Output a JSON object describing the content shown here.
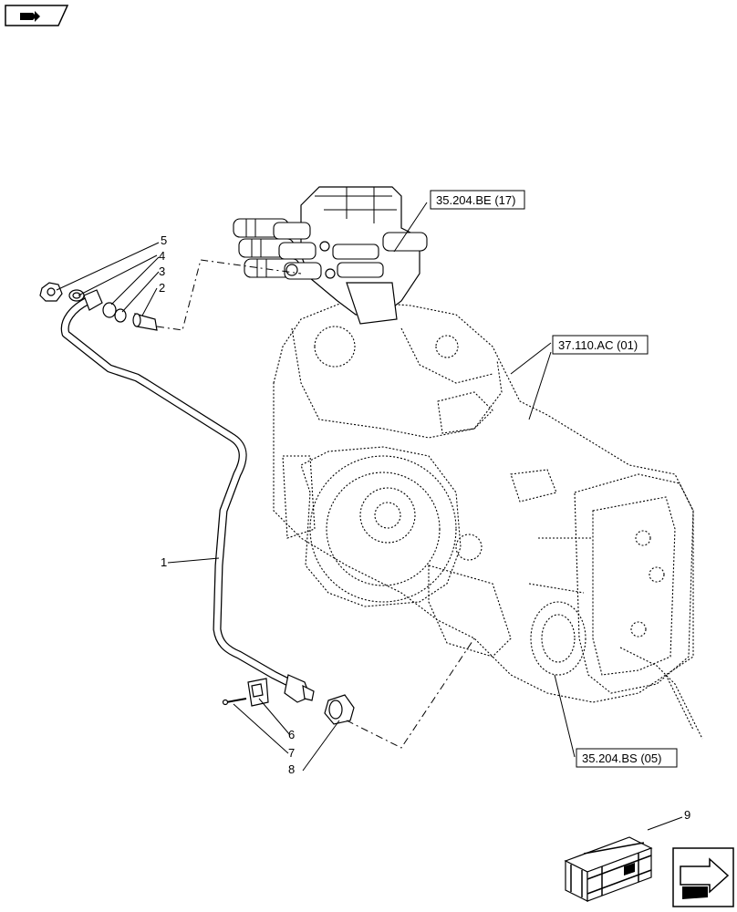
{
  "diagram": {
    "part_callouts": [
      "1",
      "2",
      "3",
      "4",
      "5",
      "6",
      "7",
      "8",
      "9"
    ],
    "reference_labels": {
      "top_valve": "35.204.BE (17)",
      "housing": "37.110.AC (01)",
      "bottom": "35.204.BS (05)"
    },
    "icons": {
      "top_left": "book-tab-icon",
      "bottom_right": "next-page-arrow-icon",
      "kit_box": "parts-kit-box-icon"
    }
  }
}
